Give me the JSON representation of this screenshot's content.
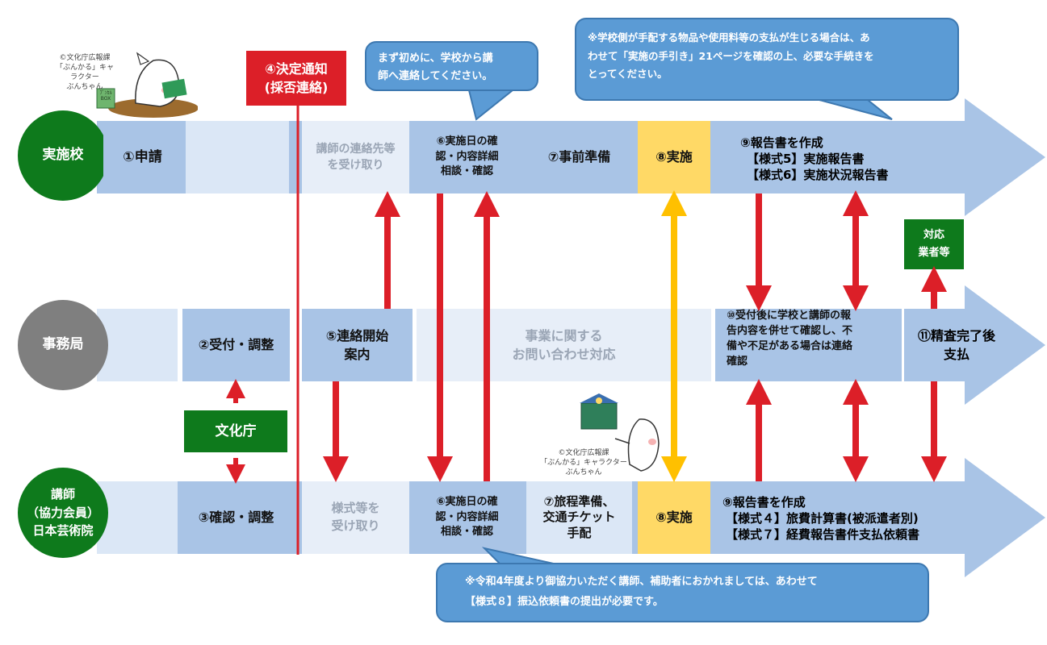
{
  "lanes": {
    "school": "実施校",
    "office": "事務局",
    "lecturer": [
      "講師",
      "（協力会員）",
      "日本芸術院"
    ]
  },
  "steps": {
    "s1": "①申請",
    "s2": "②受付・調整",
    "s3": "③確認・調整",
    "s4": [
      "④決定通知",
      "(採否連絡)"
    ],
    "s5": [
      "⑤連絡開始",
      "案内"
    ],
    "school_receive": [
      "講師の連絡先等",
      "を受け取り"
    ],
    "s6_school": [
      "⑥実施日の確",
      "認・内容詳細",
      "相談・確認"
    ],
    "s6_lecturer": [
      "⑥実施日の確",
      "認・内容詳細",
      "相談・確認"
    ],
    "s7_school": "⑦事前準備",
    "s7_lecturer": [
      "⑦旅程準備、",
      "交通チケット",
      "手配"
    ],
    "s8_school": "⑧実施",
    "s8_lecturer": "⑧実施",
    "s9_school": [
      "⑨報告書を作成",
      "【様式5】実施報告書",
      "【様式6】実施状況報告書"
    ],
    "s9_lecturer": [
      "⑨報告書を作成",
      "【様式４】旅費計算書(被派遣者別)",
      "【様式７】経費報告書件支払依頼書"
    ],
    "s10": [
      "⑩受付後に学校と講師の報",
      "告内容を併せて確認し、不",
      "備や不足がある場合は連絡",
      "確認"
    ],
    "s11": [
      "⑪精査完了後",
      "支払"
    ],
    "inquiry": [
      "事業に関する",
      "お問い合わせ対応"
    ],
    "lecturer_receive": [
      "様式等を",
      "受け取り"
    ]
  },
  "green_labels": {
    "agency": "文化庁",
    "vendor": [
      "対応",
      "業者等"
    ]
  },
  "callouts": {
    "first_contact": [
      "まず初めに、学校から講",
      "師へ連絡してください。"
    ],
    "school_note": [
      "※学校側が手配する物品や使用料等の支払が生じる場合は、あ",
      "わせて「実施の手引き」21ページを確認の上、必要な手続きを",
      "とってください。"
    ],
    "lecturer_note": [
      "※令和4年度より御協力いただく講師、補助者におかれましては、あわせて",
      "【様式８】振込依頼書の提出が必要です。"
    ]
  },
  "mascot_captions": {
    "top": [
      "©文化庁広報課",
      "「ぶんかる」キャラクター",
      "ぶんちゃん"
    ],
    "mid": [
      "©文化庁広報課",
      "「ぶんかる」キャラクター",
      "ぶんちゃん"
    ]
  },
  "mascot_box_label": [
    "ﾌﾞﾝｶﾙ",
    "BOX"
  ],
  "colors": {
    "school_lane": "#0e7a1c",
    "office_lane": "#7f7f7f",
    "lecturer_lane": "#0e7a1c",
    "arrow_band": "#a9c4e6",
    "red_arrow": "#dc1f28",
    "yellow_arrow": "#ffc000",
    "callout": "#5b9bd5"
  }
}
